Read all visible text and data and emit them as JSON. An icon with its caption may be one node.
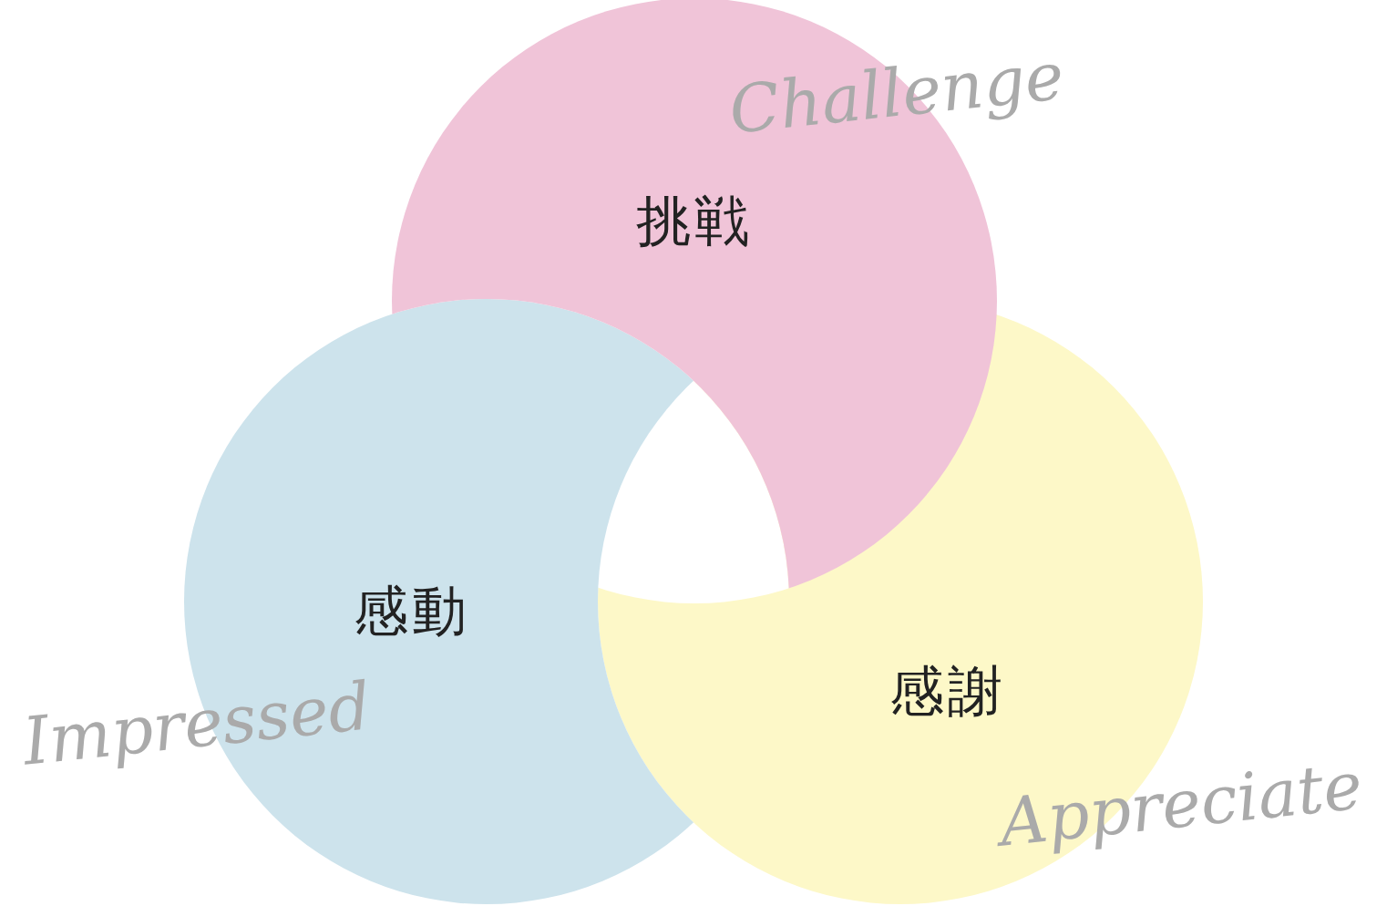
{
  "diagram": {
    "nodes": [
      {
        "text": [
          "挑戦",
          "Challenge"
        ]
      },
      {
        "text": [
          "感動",
          "Impressed"
        ]
      },
      {
        "text": [
          "感謝",
          "Appreciate"
        ]
      }
    ]
  }
}
